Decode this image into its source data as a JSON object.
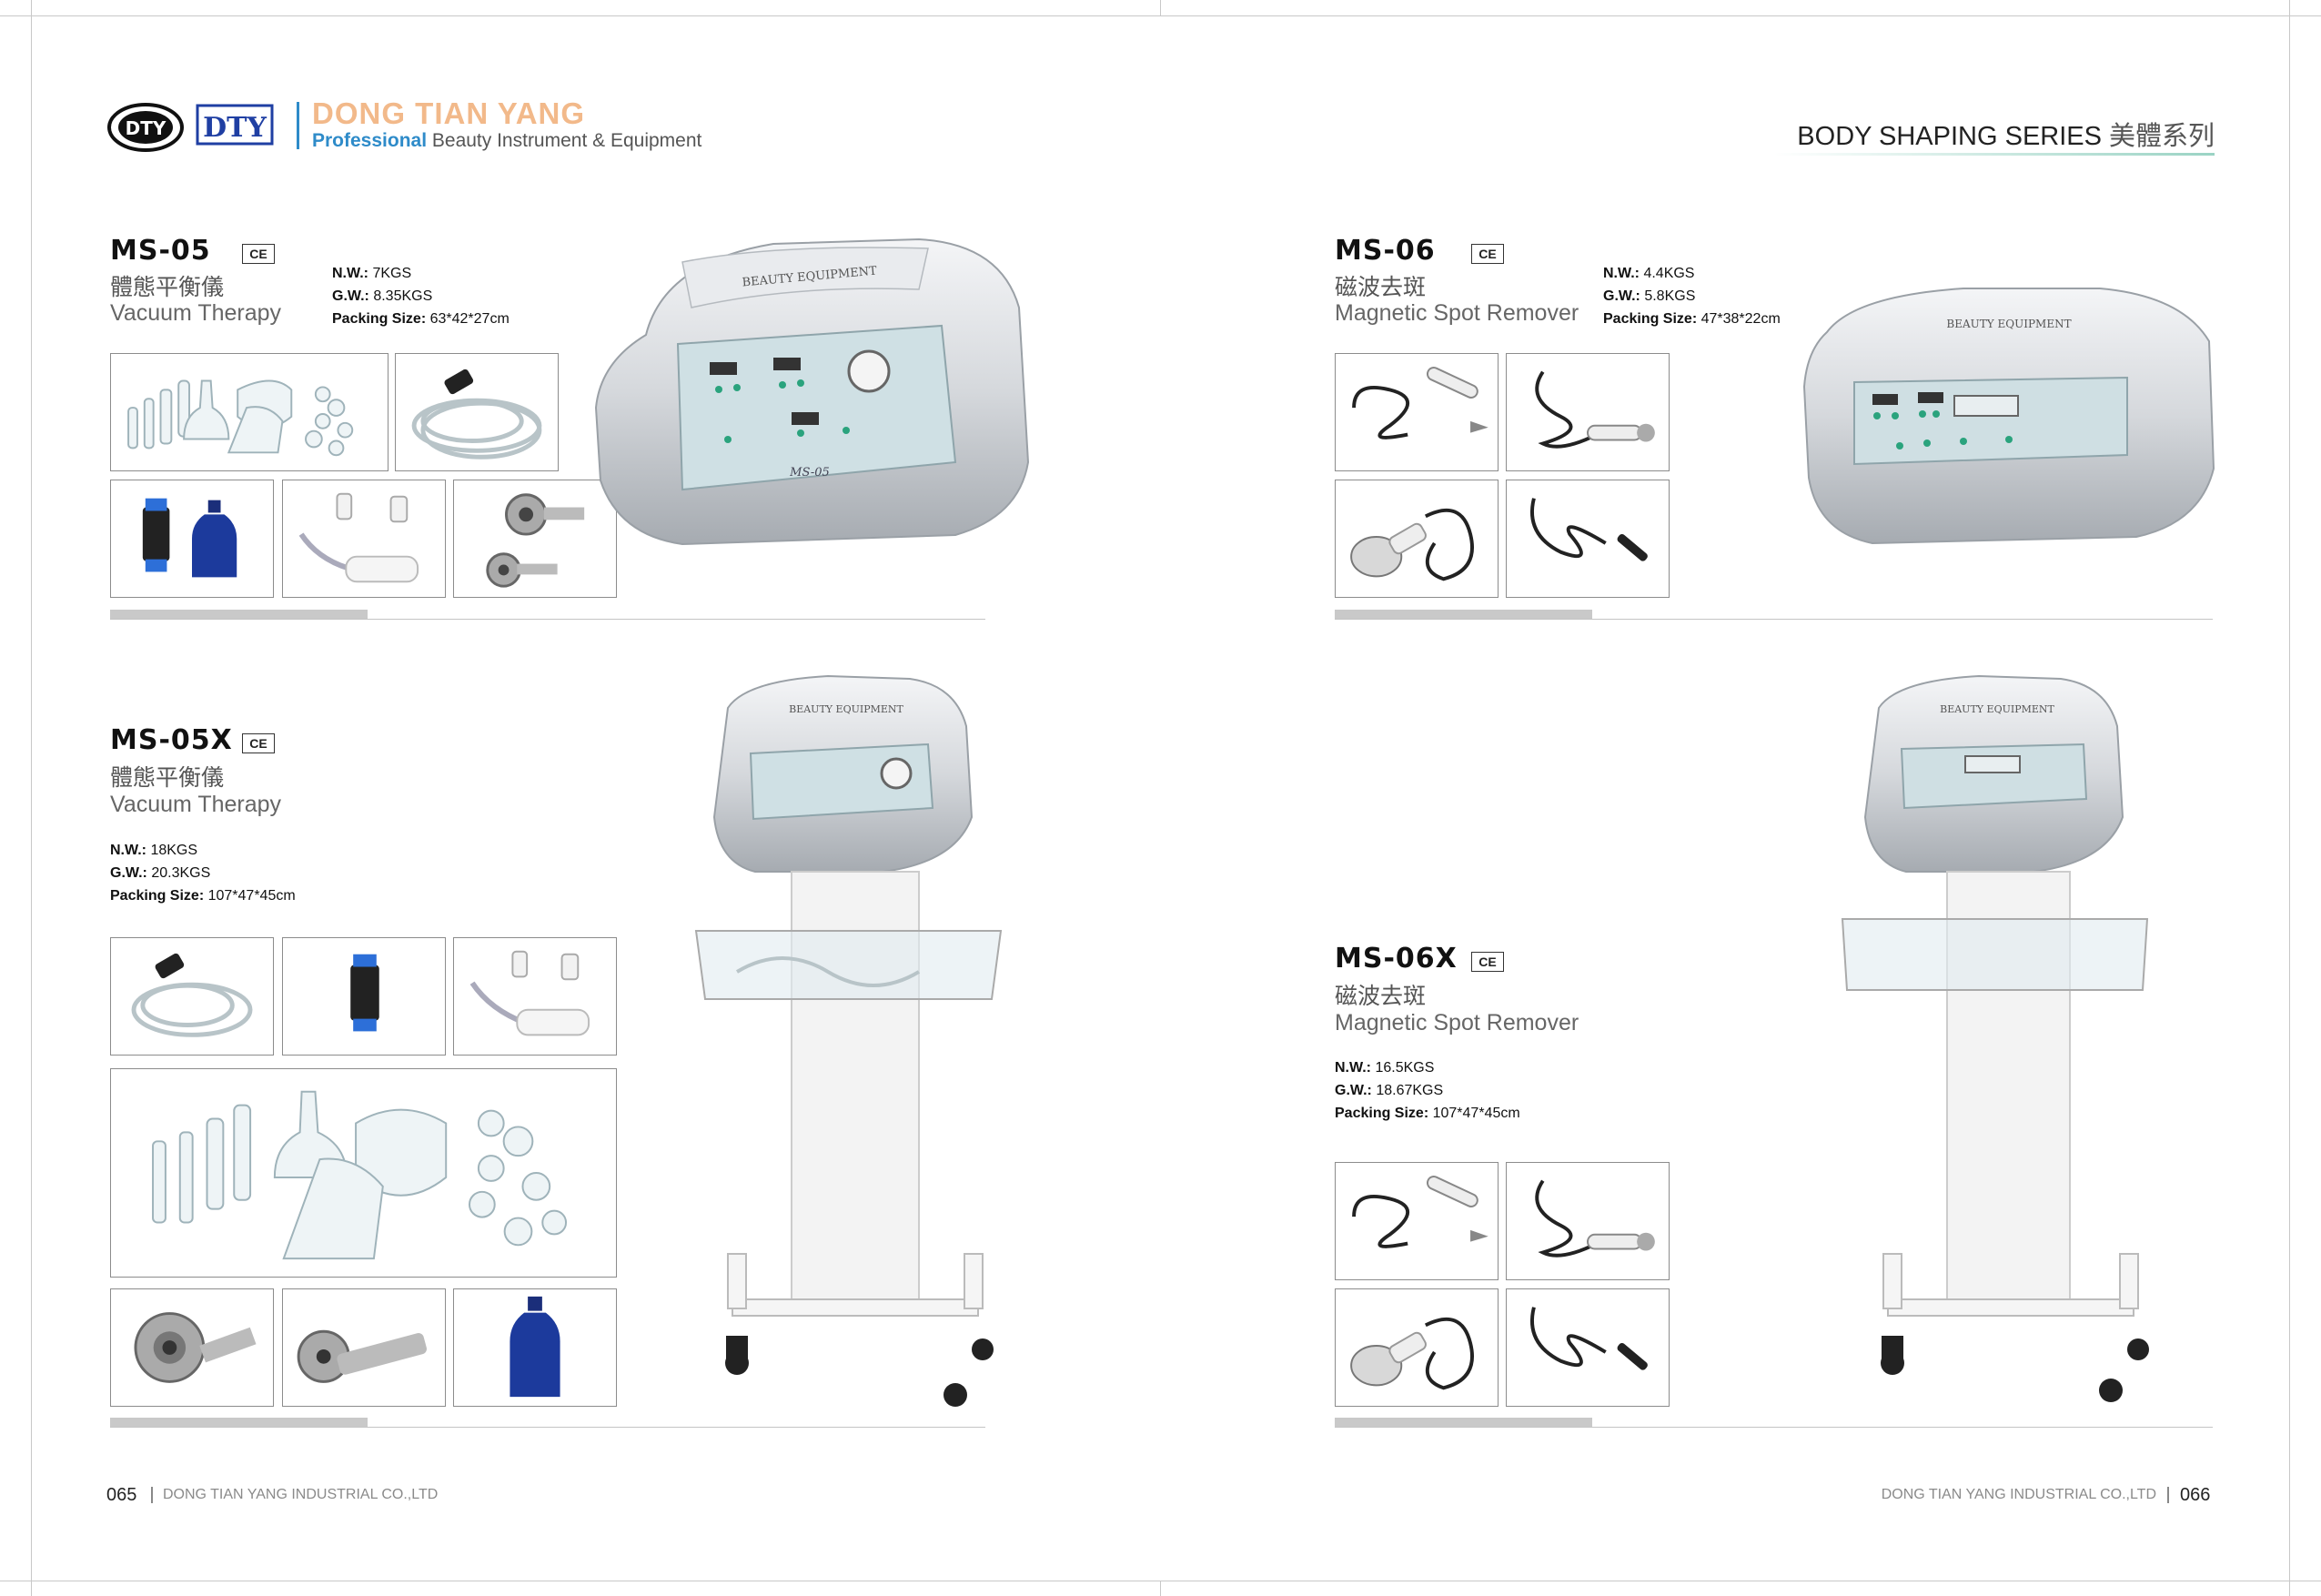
{
  "brand": {
    "name": "DONG TIAN YANG",
    "tagline_highlight": "Professional",
    "tagline_rest": " Beauty Instrument & Equipment",
    "logo1_text": "DTY",
    "logo2_text": "DTY"
  },
  "series": {
    "en": "BODY SHAPING SERIES",
    "cn": "美體系列"
  },
  "products": [
    {
      "model": "MS-05",
      "ce": "CE",
      "cn": "體態平衡儀",
      "en": "Vacuum Therapy",
      "nw_label": "N.W.:",
      "nw": " 7KGS",
      "gw_label": "G.W.:",
      "gw": " 8.35KGS",
      "pk_label": "Packing Size:",
      "pk": " 63*42*27cm"
    },
    {
      "model": "MS-06",
      "ce": "CE",
      "cn": "磁波去斑",
      "en": "Magnetic Spot Remover",
      "nw_label": "N.W.:",
      "nw": " 4.4KGS",
      "gw_label": "G.W.:",
      "gw": " 5.8KGS",
      "pk_label": "Packing Size:",
      "pk": " 47*38*22cm"
    },
    {
      "model": "MS-05X",
      "ce": "CE",
      "cn": "體態平衡儀",
      "en": "Vacuum Therapy",
      "nw_label": "N.W.:",
      "nw": " 18KGS",
      "gw_label": "G.W.:",
      "gw": " 20.3KGS",
      "pk_label": "Packing Size:",
      "pk": " 107*47*45cm"
    },
    {
      "model": "MS-06X",
      "ce": "CE",
      "cn": "磁波去斑",
      "en": "Magnetic Spot Remover",
      "nw_label": "N.W.:",
      "nw": " 16.5KGS",
      "gw_label": "G.W.:",
      "gw": " 18.67KGS",
      "pk_label": "Packing Size:",
      "pk": " 107*47*45cm"
    }
  ],
  "machine_text": {
    "top_label": "BEAUTY EQUIPMENT",
    "ms05_screen": "MS-05"
  },
  "footer": {
    "left_page": "065",
    "left_company": "DONG TIAN YANG INDUSTRIAL CO.,LTD",
    "right_company": "DONG TIAN YANG INDUSTRIAL CO.,LTD",
    "right_page": "066"
  }
}
